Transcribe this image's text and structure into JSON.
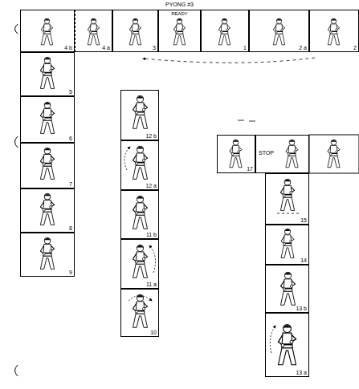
{
  "diagram": {
    "title": "PYONG #3",
    "nodes": [
      {
        "text": [
          "4 b"
        ]
      },
      {
        "text": [
          "4 a"
        ]
      },
      {
        "text": [
          "3"
        ]
      },
      {
        "text": [
          "READY"
        ]
      },
      {
        "text": [
          "1"
        ]
      },
      {
        "text": [
          "2 a"
        ]
      },
      {
        "text": [
          "2"
        ]
      },
      {
        "text": [
          "5"
        ]
      },
      {
        "text": [
          "6"
        ]
      },
      {
        "text": [
          "7"
        ]
      },
      {
        "text": [
          "8"
        ]
      },
      {
        "text": [
          "9"
        ]
      },
      {
        "text": [
          "12 b"
        ]
      },
      {
        "text": [
          "12 a"
        ]
      },
      {
        "text": [
          "11 b"
        ]
      },
      {
        "text": [
          "11 a"
        ]
      },
      {
        "text": [
          "10"
        ]
      },
      {
        "text": [
          "17"
        ]
      },
      {
        "text": [
          "STOP"
        ]
      },
      {
        "text": [
          "15"
        ]
      },
      {
        "text": [
          "14"
        ]
      },
      {
        "text": [
          "13 b"
        ]
      },
      {
        "text": [
          "13 a"
        ]
      }
    ]
  }
}
